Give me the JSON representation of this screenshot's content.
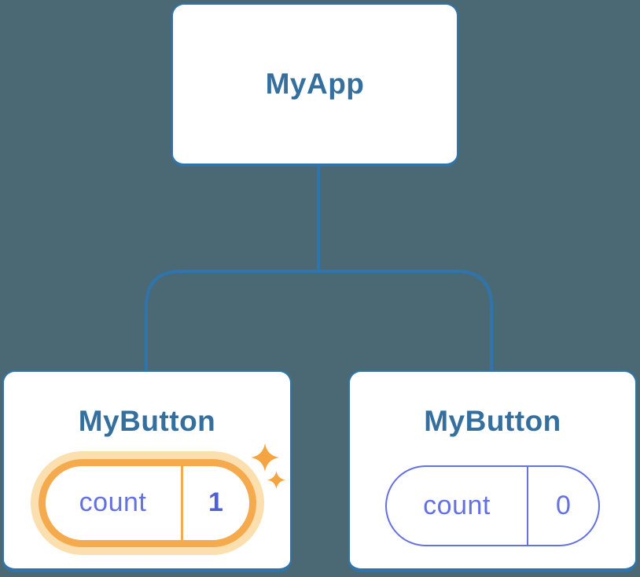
{
  "colors": {
    "background": "#4b6974",
    "accent-blue": "#2f75ab",
    "card-bg": "#ffffff",
    "title-text": "#356f9e",
    "state-indigo": "#6471e0",
    "state-value-indigo": "#5160d8",
    "highlight-orange": "#f5aa4d",
    "highlight-orange-glow": "#fbdfaf",
    "sparkle-orange": "#f5a442"
  },
  "diagram": {
    "type": "component-tree",
    "root": {
      "label": "MyApp"
    },
    "children": [
      {
        "label": "MyButton",
        "state_name": "count",
        "state_value": "1",
        "highlighted": true
      },
      {
        "label": "MyButton",
        "state_name": "count",
        "state_value": "0",
        "highlighted": false
      }
    ]
  }
}
